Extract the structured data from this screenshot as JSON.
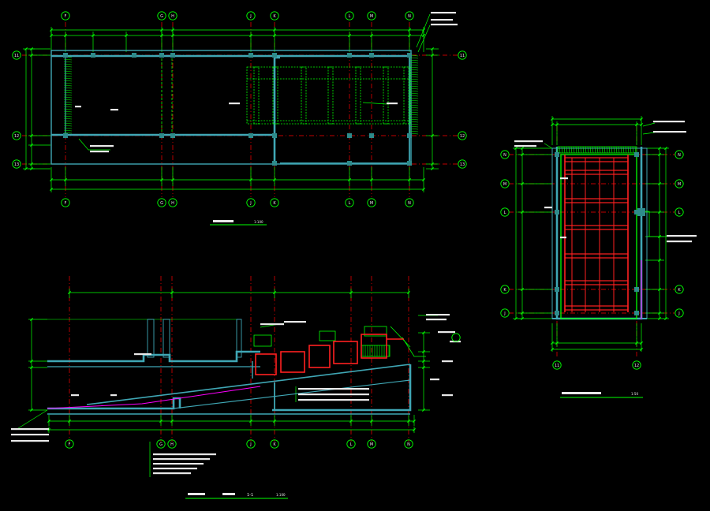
{
  "drawing": {
    "background": "#000000",
    "colors": {
      "dimension": "#00ff00",
      "wall": "#3fa7b5",
      "axis": "#ff0000",
      "framing": "#ff2020",
      "slope": "#ff00ff",
      "text": "#e8e8e8",
      "column": "#2e8b8b"
    },
    "views": {
      "plan": {
        "top_axes": [
          "F",
          "G",
          "H",
          "J",
          "K",
          "L",
          "M",
          "N"
        ],
        "side_axes": [
          "11",
          "12",
          "13"
        ],
        "scale": "1:100"
      },
      "section": {
        "bottom_axes": [
          "F",
          "G",
          "H",
          "J",
          "K",
          "L",
          "M",
          "N"
        ],
        "scale_label": "1-1",
        "scale": "1:100"
      },
      "detail": {
        "bottom_axes": [
          "11",
          "12"
        ],
        "side_axes": [
          "N",
          "M",
          "L",
          "K",
          "J"
        ],
        "scale": "1:50"
      }
    }
  }
}
